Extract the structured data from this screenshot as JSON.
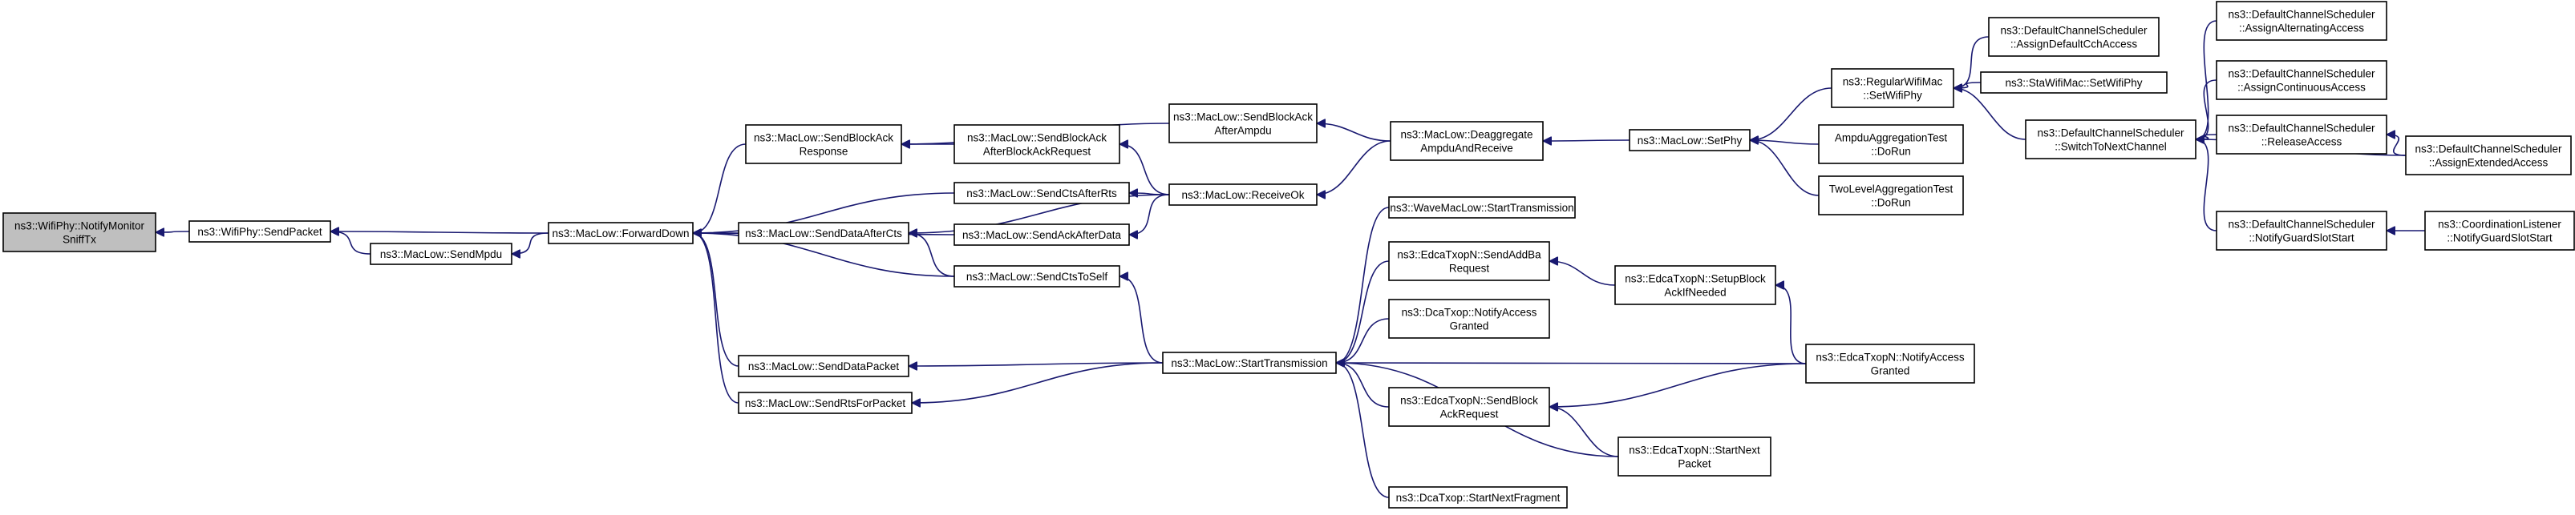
{
  "nodes": [
    {
      "id": "n0",
      "lines": [
        "ns3::WifiPhy::NotifyMonitor",
        "SniffTx"
      ],
      "root": true
    },
    {
      "id": "n1",
      "lines": [
        "ns3::WifiPhy::SendPacket"
      ]
    },
    {
      "id": "n2",
      "lines": [
        "ns3::MacLow::SendMpdu"
      ]
    },
    {
      "id": "n3",
      "lines": [
        "ns3::MacLow::ForwardDown"
      ]
    },
    {
      "id": "n4",
      "lines": [
        "ns3::MacLow::SendBlockAck",
        "Response"
      ]
    },
    {
      "id": "n5",
      "lines": [
        "ns3::MacLow::SendCtsAfterRts"
      ]
    },
    {
      "id": "n6",
      "lines": [
        "ns3::MacLow::SendAckAfterData"
      ]
    },
    {
      "id": "n7",
      "lines": [
        "ns3::MacLow::SendDataAfterCts"
      ]
    },
    {
      "id": "n8",
      "lines": [
        "ns3::MacLow::SendDataPacket"
      ]
    },
    {
      "id": "n9",
      "lines": [
        "ns3::MacLow::SendRtsForPacket"
      ]
    },
    {
      "id": "n10",
      "lines": [
        "ns3::MacLow::SendBlockAck",
        "AfterBlockAckRequest"
      ]
    },
    {
      "id": "n11",
      "lines": [
        "ns3::MacLow::SendCtsToSelf"
      ]
    },
    {
      "id": "n12",
      "lines": [
        "ns3::MacLow::SendBlockAck",
        "AfterAmpdu"
      ]
    },
    {
      "id": "n13",
      "lines": [
        "ns3::MacLow::ReceiveOk"
      ]
    },
    {
      "id": "n14",
      "lines": [
        "ns3::MacLow::StartTransmission"
      ]
    },
    {
      "id": "n15",
      "lines": [
        "ns3::MacLow::Deaggregate",
        "AmpduAndReceive"
      ]
    },
    {
      "id": "n16",
      "lines": [
        "ns3::WaveMacLow::StartTransmission"
      ]
    },
    {
      "id": "n17",
      "lines": [
        "ns3::EdcaTxopN::SendAddBa",
        "Request"
      ]
    },
    {
      "id": "n18",
      "lines": [
        "ns3::DcaTxop::NotifyAccess",
        "Granted"
      ]
    },
    {
      "id": "n19",
      "lines": [
        "ns3::EdcaTxopN::SendBlock",
        "AckRequest"
      ]
    },
    {
      "id": "n20",
      "lines": [
        "ns3::DcaTxop::StartNextFragment"
      ]
    },
    {
      "id": "n21",
      "lines": [
        "ns3::MacLow::SetPhy"
      ]
    },
    {
      "id": "n22",
      "lines": [
        "ns3::EdcaTxopN::SetupBlock",
        "AckIfNeeded"
      ]
    },
    {
      "id": "n23",
      "lines": [
        "ns3::EdcaTxopN::StartNext",
        "Packet"
      ]
    },
    {
      "id": "n24",
      "lines": [
        "ns3::RegularWifiMac",
        "::SetWifiPhy"
      ]
    },
    {
      "id": "n25",
      "lines": [
        "AmpduAggregationTest",
        "::DoRun"
      ]
    },
    {
      "id": "n26",
      "lines": [
        "TwoLevelAggregationTest",
        "::DoRun"
      ]
    },
    {
      "id": "n27",
      "lines": [
        "ns3::EdcaTxopN::NotifyAccess",
        "Granted"
      ]
    },
    {
      "id": "n28",
      "lines": [
        "ns3::DefaultChannelScheduler",
        "::AssignDefaultCchAccess"
      ]
    },
    {
      "id": "n29",
      "lines": [
        "ns3::StaWifiMac::SetWifiPhy"
      ]
    },
    {
      "id": "n30",
      "lines": [
        "ns3::DefaultChannelScheduler",
        "::SwitchToNextChannel"
      ]
    },
    {
      "id": "n31",
      "lines": [
        "ns3::DefaultChannelScheduler",
        "::AssignAlternatingAccess"
      ]
    },
    {
      "id": "n32",
      "lines": [
        "ns3::DefaultChannelScheduler",
        "::AssignContinuousAccess"
      ]
    },
    {
      "id": "n33",
      "lines": [
        "ns3::DefaultChannelScheduler",
        "::ReleaseAccess"
      ]
    },
    {
      "id": "n34",
      "lines": [
        "ns3::DefaultChannelScheduler",
        "::NotifyGuardSlotStart"
      ]
    },
    {
      "id": "n35",
      "lines": [
        "ns3::DefaultChannelScheduler",
        "::AssignExtendedAccess"
      ]
    },
    {
      "id": "n36",
      "lines": [
        "ns3::CoordinationListener",
        "::NotifyGuardSlotStart"
      ]
    }
  ],
  "edges": [
    [
      "n1",
      "n0"
    ],
    [
      "n2",
      "n1"
    ],
    [
      "n3",
      "n1"
    ],
    [
      "n3",
      "n2"
    ],
    [
      "n4",
      "n3"
    ],
    [
      "n5",
      "n3"
    ],
    [
      "n6",
      "n3"
    ],
    [
      "n7",
      "n3"
    ],
    [
      "n8",
      "n3"
    ],
    [
      "n9",
      "n3"
    ],
    [
      "n11",
      "n3"
    ],
    [
      "n10",
      "n4"
    ],
    [
      "n12",
      "n4"
    ],
    [
      "n13",
      "n5"
    ],
    [
      "n13",
      "n6"
    ],
    [
      "n13",
      "n7"
    ],
    [
      "n13",
      "n10"
    ],
    [
      "n11",
      "n7"
    ],
    [
      "n14",
      "n8"
    ],
    [
      "n14",
      "n9"
    ],
    [
      "n14",
      "n11"
    ],
    [
      "n15",
      "n12"
    ],
    [
      "n15",
      "n13"
    ],
    [
      "n16",
      "n14"
    ],
    [
      "n17",
      "n14"
    ],
    [
      "n18",
      "n14"
    ],
    [
      "n19",
      "n14"
    ],
    [
      "n20",
      "n14"
    ],
    [
      "n23",
      "n14"
    ],
    [
      "n27",
      "n14"
    ],
    [
      "n21",
      "n15"
    ],
    [
      "n22",
      "n17"
    ],
    [
      "n27",
      "n22"
    ],
    [
      "n23",
      "n19"
    ],
    [
      "n27",
      "n19"
    ],
    [
      "n24",
      "n21"
    ],
    [
      "n25",
      "n21"
    ],
    [
      "n26",
      "n21"
    ],
    [
      "n28",
      "n24"
    ],
    [
      "n29",
      "n24"
    ],
    [
      "n30",
      "n24"
    ],
    [
      "n31",
      "n30"
    ],
    [
      "n32",
      "n30"
    ],
    [
      "n33",
      "n30"
    ],
    [
      "n34",
      "n30"
    ],
    [
      "n35",
      "n30"
    ],
    [
      "n35",
      "n33"
    ],
    [
      "n36",
      "n34"
    ]
  ]
}
